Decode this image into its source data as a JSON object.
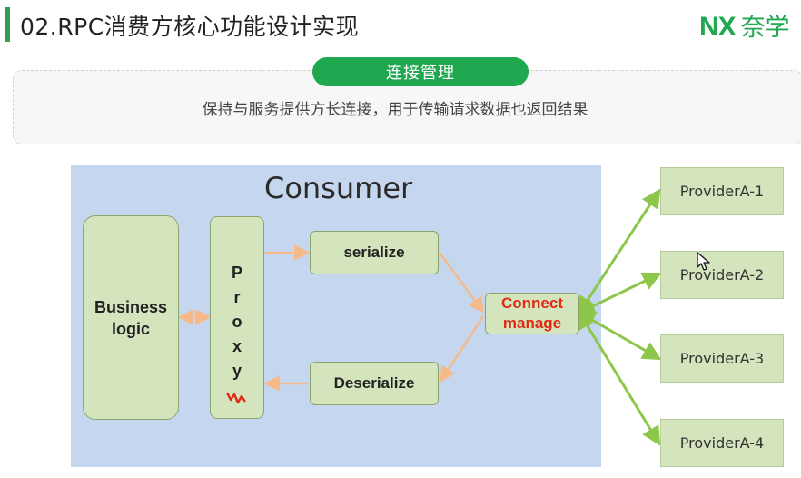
{
  "header": {
    "title": "02.RPC消费方核心功能设计实现",
    "brand_mark": "NX",
    "brand_text": "奈学"
  },
  "section": {
    "pill_label": "连接管理",
    "description": "保持与服务提供方长连接，用于传输请求数据也返回结果"
  },
  "diagram": {
    "consumer_label": "Consumer",
    "business_logic": [
      "Business",
      "logic"
    ],
    "proxy_letters": [
      "P",
      "r",
      "o",
      "x",
      "y"
    ],
    "serialize": "serialize",
    "deserialize": "Deserialize",
    "connect_manage": [
      "Connect",
      "manage"
    ],
    "providers": [
      "ProviderA-1",
      "ProviderA-2",
      "ProviderA-3",
      "ProviderA-4"
    ]
  },
  "colors": {
    "accent_green": "#1fa84f",
    "panel_blue": "#c5d7ef",
    "node_green": "#d4e5be",
    "arrow_orange": "#f5b98a",
    "arrow_green": "#8dc64a",
    "connect_text_red": "#e02a14"
  }
}
